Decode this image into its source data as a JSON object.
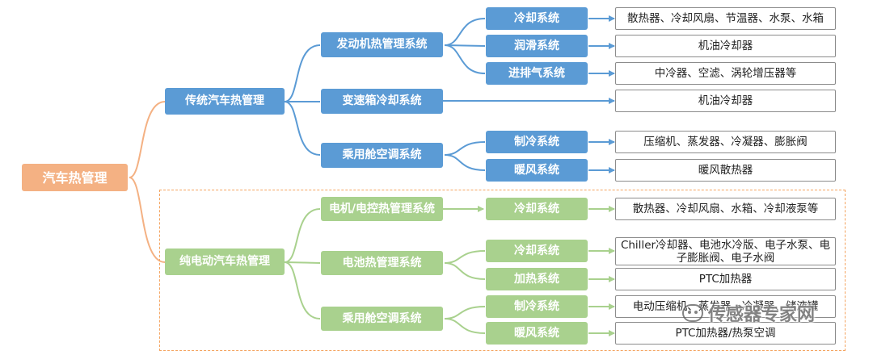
{
  "root": "汽车热管理",
  "traditional": {
    "label": "传统汽车热管理",
    "engine": {
      "label": "发动机热管理系统",
      "cooling": {
        "label": "冷却系统",
        "detail": "散热器、冷却风扇、节温器、水泵、水箱"
      },
      "lubrication": {
        "label": "润滑系统",
        "detail": "机油冷却器"
      },
      "intake_exhaust": {
        "label": "进排气系统",
        "detail": "中冷器、空滤、涡轮增压器等"
      }
    },
    "gearbox": {
      "label": "变速箱冷却系统",
      "detail": "机油冷却器"
    },
    "cabin_ac": {
      "label": "乘用舱空调系统",
      "refrigeration": {
        "label": "制冷系统",
        "detail": "压缩机、蒸发器、冷凝器、膨胀阀"
      },
      "heating": {
        "label": "暖风系统",
        "detail": "暖风散热器"
      }
    }
  },
  "electric": {
    "label": "纯电动汽车热管理",
    "motor": {
      "label": "电机/电控热管理系统",
      "cooling": {
        "label": "冷却系统",
        "detail": "散热器、冷却风扇、水箱、冷却液泵等"
      }
    },
    "battery": {
      "label": "电池热管理系统",
      "cooling": {
        "label": "冷却系统",
        "detail": "Chiller冷却器、电池水冷版、电子水泵、电子膨胀阀、电子水阀"
      },
      "heating": {
        "label": "加热系统",
        "detail": "PTC加热器"
      }
    },
    "cabin_ac": {
      "label": "乘用舱空调系统",
      "refrigeration": {
        "label": "制冷系统",
        "detail": "电动压缩机、蒸发器、冷凝器、储液罐"
      },
      "heating": {
        "label": "暖风系统",
        "detail": "PTC加热器/热泵空调"
      }
    }
  },
  "watermark": "传感器专家网",
  "colors": {
    "root": "#f4b183",
    "traditional": "#5b9bd5",
    "electric": "#a9d18e",
    "dashed_border": "#f4a460"
  }
}
